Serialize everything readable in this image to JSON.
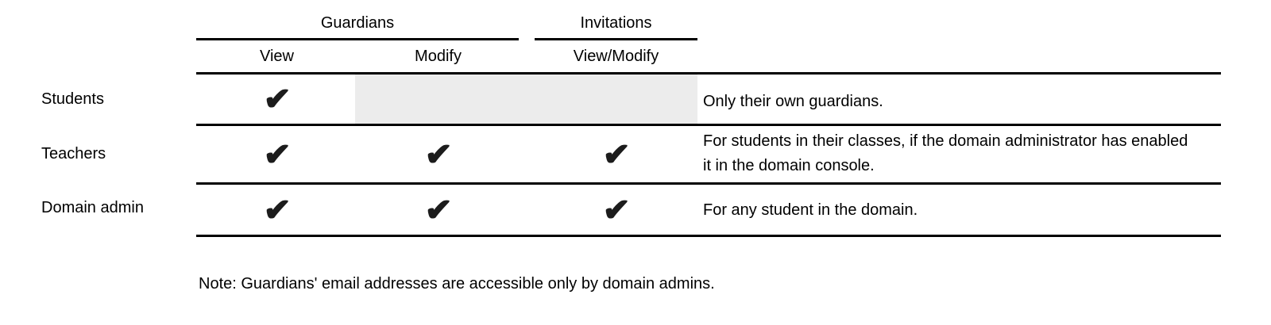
{
  "table": {
    "col_groups": [
      {
        "label": "Guardians",
        "sub": [
          "View",
          "Modify"
        ]
      },
      {
        "label": "Invitations",
        "sub": [
          "View/Modify"
        ]
      }
    ],
    "rows": [
      {
        "label": "Students",
        "permissions": {
          "guardians_view": true,
          "guardians_modify": false,
          "invitations_view_modify": false
        },
        "note": "Only their own guardians."
      },
      {
        "label": "Teachers",
        "permissions": {
          "guardians_view": true,
          "guardians_modify": true,
          "invitations_view_modify": true
        },
        "note": "For students in their classes, if the domain administrator has enabled it in the domain console."
      },
      {
        "label": "Domain admin",
        "permissions": {
          "guardians_view": true,
          "guardians_modify": true,
          "invitations_view_modify": true
        },
        "note": "For any student in the domain."
      }
    ]
  },
  "footnote": "Note: Guardians' email addresses are accessible only by domain admins.",
  "glyphs": {
    "check": "✔"
  },
  "colors": {
    "rule": "#000000",
    "disabled_cell_bg": "#ececec",
    "check": "#1c1c1c",
    "background": "#ffffff"
  }
}
